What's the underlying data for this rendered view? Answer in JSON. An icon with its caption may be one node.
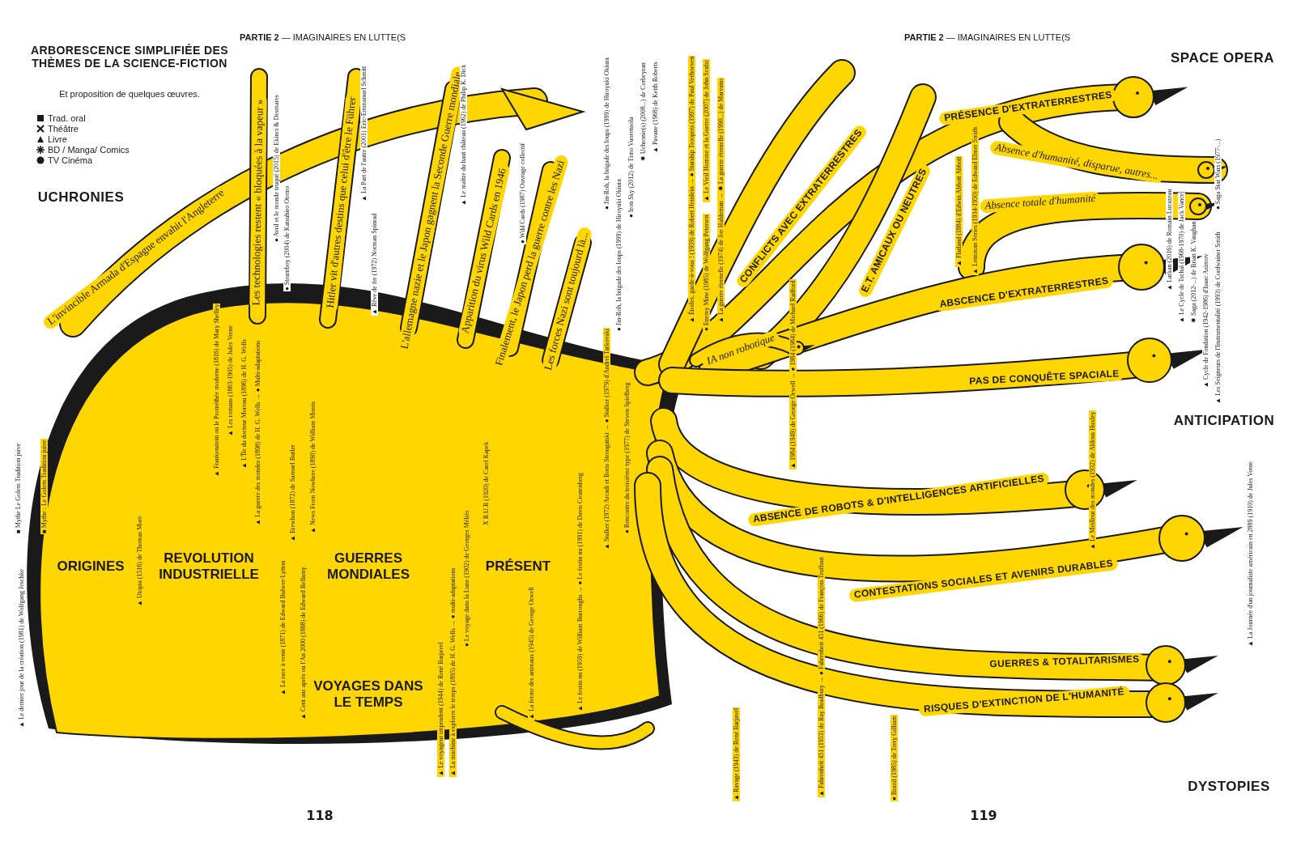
{
  "diagram": {
    "title": "ARBORESCENCE SIMPLIFIÉE DES THÈMES DE LA SCIENCE-FICTION",
    "labels": [
      "**PARTIE 2** — IMAGINAIRES EN LUTTE(S",
      "**PARTIE 2** — IMAGINAIRES EN LUTTE(S",
      "Et proposition de quelques œuvres.",
      "UCHRONIES",
      "SPACE OPERA",
      "ANTICIPATION",
      "DYSTOPIES",
      "ORIGINES",
      "REVOLUTION INDUSTRIELLE",
      "GUERRES MONDIALES",
      "PRÉSENT",
      "VOYAGES DANS LE TEMPS",
      "118",
      "119",
      "L'invincible Armada d'Espagne envahit l'Angleterre",
      "Les technologies restent « bloquées à la vapeur »",
      "Hitler vit d'autres destins que celui d'être le Führer",
      "L'allemagne nazie et le Japon gagnent la Seconde Guerre mondiale",
      "Apparition du virus Wild Cards en 1946",
      "Finalement, le Japon perd la guerre contre les Nazi",
      "Les forces Nazi sont toujourd là...",
      "● Avril et le monde truqué (2015) de Ekinci & Desmares",
      "● Steamboy (2004) de Katsuhiro Otomo",
      "▲ La Part de l'autre (2001) Eric-Emmanuel Schmitt",
      "▲ Rêve de fer (1972) Norman Spinrad",
      "▲ Le maître du haut château (1962) de Philip K. Dick",
      "● Wild Cards (1987) Ouvrage collectif",
      "● Jin-Roh, la brigade des loups (1999) de Hiroyuki Okiura",
      "● Jin-Roh, la brigade des loups (1999) de Hiroyuki Okiura",
      "● Iron Sky (2012) de Timo Vuorensola",
      "✸ Uchronie(s) (2008...) de Corbeyran",
      "▲ Pavane (1968) de Keith Roberts",
      "▲ Frankenstein ou le Prométhée moderne (1816) de Mary Shelley",
      "▲ Les romans (1863-1905) de Jules Verne",
      "▲ L'Île du docteur Moreau (1896) de H. G. Wells",
      "▲ La guerre des mondes (1898) de H. G. Wells → ● Multi-adaptations",
      "■ Mythe Le Golem Tradition juive",
      "■ Mythe : Le Golem Tradition juive",
      "▲ Utopia (1516) de Thomas More",
      "▲ La race à venir (1871) de Edward Bulwer-Lytton",
      "▲ Erewhon (1872) de Samuel Butler",
      "▲ Cent ans après ou l'An 2000 (1888) de Edward Bellamy",
      "▲ News From Nowhere (1890) de William Morris",
      "▲ Le dernier jour de la création (1981) de Wolfgang Jeschke",
      "● Le voyage dans la Lune (1902) de Georges Méliès",
      "X R.U.R (1920) de Carel Kapek",
      "▲ Stalker (1972) Arcadi et Boris Strougatski → ● Stalker (1979) d'Andreï Tarkovski",
      "● Rencontre du troisième type (1977) de Steven Spielberg",
      "▲ La ferme des animaux (1945) de George Orwell",
      "▲ Le festin nu (1959) de William Burroughs → ● Le festin nu (1991) de Davis Cronenberg",
      "▲ Le voyageur imprudent (1944) de René Barjavel",
      "▲ La machine à explorer le temps (1895) de H. G. Wells → ● multi-adaptations",
      "PRÉSENCE D'EXTRATERRESTRES",
      "CONFLICTS AVEC EXTRATERRESTRES",
      "E.T. AMICAUX OU NEUTRES",
      "Absence d'humanité, disparue, autres...",
      "Absence totale d'humanité",
      "IA non robotique",
      "ABSCENCE D'EXTRATERRESTRES",
      "PAS DE CONQUÊTE SPACIALE",
      "ABSENCE DE ROBOTS & D'INTELLIGENCES ARTIFICIELLES",
      "CONTESTATIONS SOCIALES ET AVENIRS DURABLES",
      "GUERRES & TOTALITARISMES",
      "RISQUES D'EXTINCTION DE L'HUMANITÉ",
      "▲ Étoiles, garde-à-vous ! (1959) de Robert Heinlein → ● Starship Troopers (1997) de Paul Verhoeven",
      "▲ Le Vieil Homme et la Guerre (2007) de John Scalzi",
      "● Enemy Mine (1985) de Wolfgang Petersen",
      "▲ La guerre éternelle (1974) de Joe Haldeman → ✸ La guerre éternelle (1990...) de Marvano",
      "▲ Ravage (1943) de René Barjavel",
      "▲ 1984 (1949) de George Orwell → ● 1984 (1984) de Michael Radford",
      "▲ Fahrenheit 451 (1953) de Ray Bradbury → ● Fahrenheit 451 (1966) de François Truffaut",
      "● Brazil (1985) de Terry Gilliam",
      "▲ Flatland (1884) d'Edwin Abbott Abbott",
      "▲ Lensman Series (1934-1950) de Edward Elmer Smith",
      "▲ Le Meilleur des mondes (1932) de Aldous Huxley",
      "▲ Larkan (2016) de Romain Lucazeau",
      "▲ Le Cycle de Tschaï (1968-1970) de Jack Vance",
      "✸ Saga (2012-...) de Brian K. Vaughan",
      "▲ Cycle de Fondation (1942-1986) d'Isaac Asimov",
      "● Saga Star Wars (1977-...)",
      "▲ Les Seigneurs de l'Instrumentalité (1993) de Cordwainer Smith",
      "▲ La Journée d'un journaliste américain en 2889 (1910) de Jules Verne"
    ],
    "legend": [
      {
        "text": "Trad. oral"
      },
      {
        "text": "Théâtre"
      },
      {
        "text": "Livre"
      },
      {
        "text": "BD / Manga/ Comics"
      },
      {
        "text": "TV Cinéma"
      }
    ]
  }
}
